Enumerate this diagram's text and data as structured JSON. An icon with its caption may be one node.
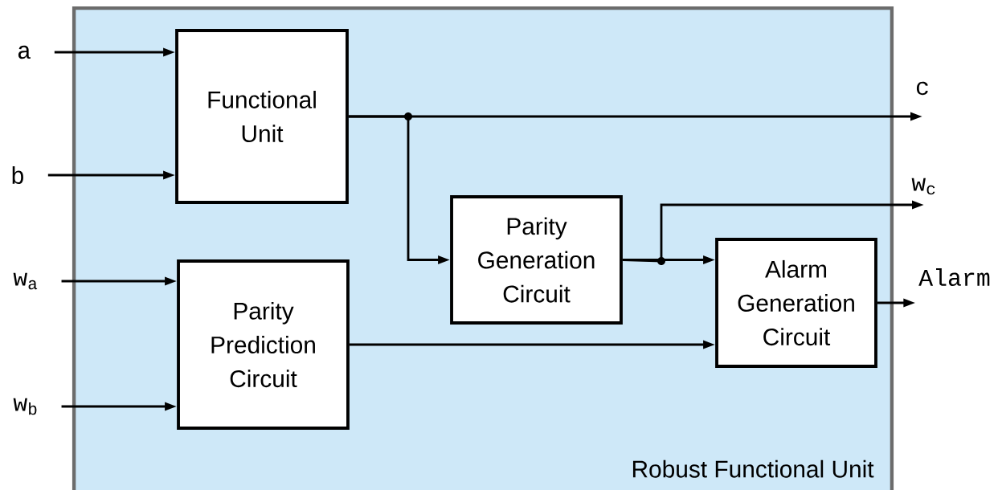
{
  "diagram": {
    "nodes": [
      {
        "text": [
          "Robust Functional Unit"
        ]
      },
      {
        "text": [
          "Functional Unit"
        ],
        "in": 0
      },
      {
        "text": [
          "Parity Prediction Circuit"
        ],
        "in": 0
      },
      {
        "text": [
          "Parity Generation Circuit"
        ],
        "in": 0
      },
      {
        "text": [
          "Alarm Generation Circuit"
        ],
        "in": 0
      },
      {
        "text": [
          "a"
        ]
      },
      {
        "text": [
          "b"
        ]
      },
      {
        "text": [
          "w$_{a}$"
        ]
      },
      {
        "text": [
          "w$_{b}$"
        ]
      },
      {
        "text": [
          "c"
        ]
      },
      {
        "text": [
          "w$_{c}$"
        ]
      },
      {
        "text": [
          "Alarm"
        ]
      }
    ],
    "edges": [
      {
        "from": 5,
        "to": 1,
        "arrow": "to"
      },
      {
        "from": 6,
        "to": 1,
        "arrow": "to"
      },
      {
        "from": 7,
        "to": 2,
        "arrow": "to"
      },
      {
        "from": 8,
        "to": 2,
        "arrow": "to"
      },
      {
        "from": 1,
        "to": 9,
        "arrow": "to"
      },
      {
        "from": 1,
        "to": 3,
        "arrow": "to"
      },
      {
        "from": 3,
        "to": 4,
        "arrow": "to"
      },
      {
        "from": 3,
        "to": 10,
        "arrow": "to"
      },
      {
        "from": 2,
        "to": 4,
        "arrow": "to"
      },
      {
        "from": 4,
        "to": 11,
        "arrow": "to"
      }
    ]
  }
}
